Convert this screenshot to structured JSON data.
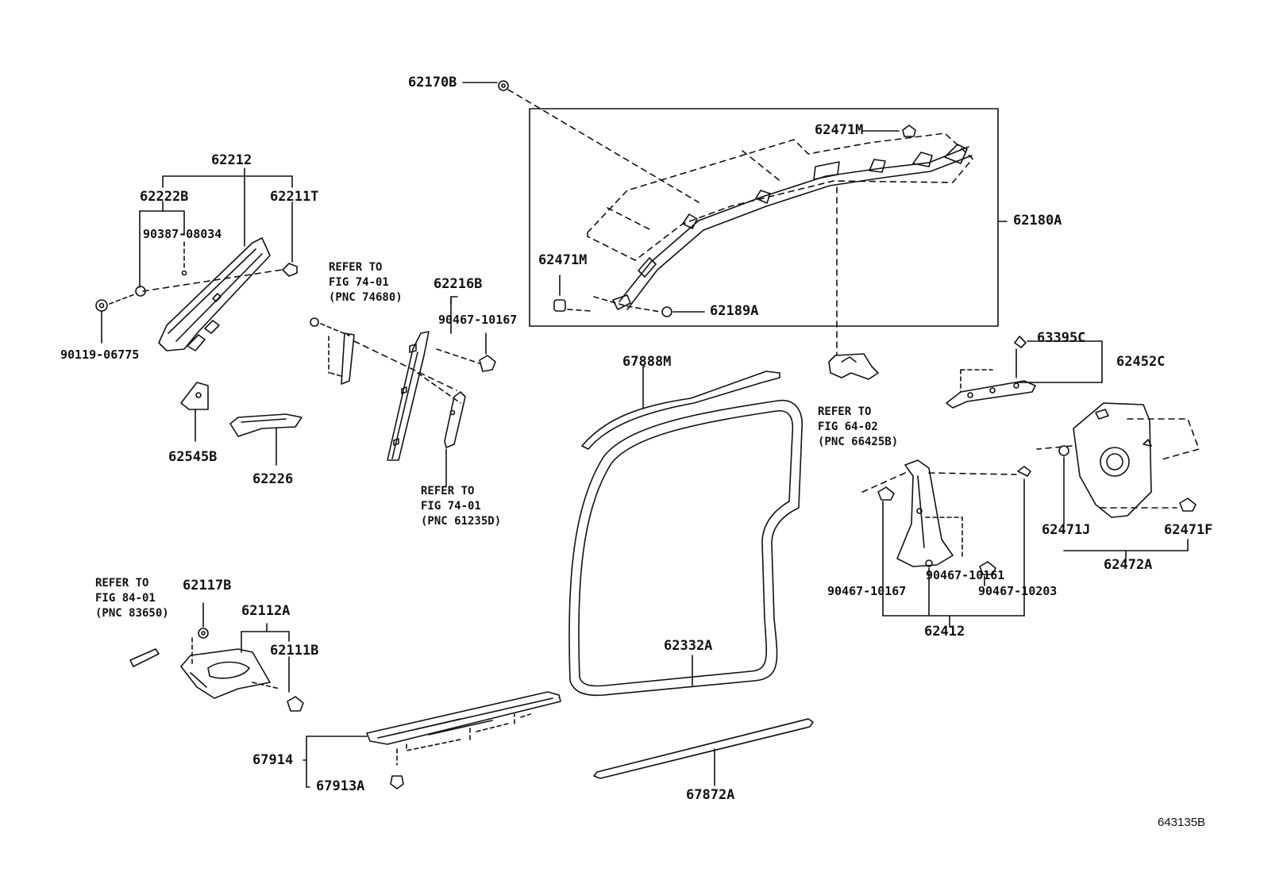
{
  "labels": {
    "p62170B": "62170B",
    "p62471M_top": "62471M",
    "p62180A": "62180A",
    "p62471M_left": "62471M",
    "p62189A": "62189A",
    "p62212": "62212",
    "p62222B": "62222B",
    "p62211T": "62211T",
    "p90387_08034": "90387-08034",
    "p90119_06775": "90119-06775",
    "p62216B": "62216B",
    "p90467_10167_a": "90467-10167",
    "p62545B": "62545B",
    "p62226": "62226",
    "p67888M": "67888M",
    "p63395C": "63395C",
    "p62452C": "62452C",
    "p62471J": "62471J",
    "p62471F": "62471F",
    "p62472A": "62472A",
    "p90467_10161": "90467-10161",
    "p90467_10167_b": "90467-10167",
    "p90467_10203": "90467-10203",
    "p62412": "62412",
    "p62332A": "62332A",
    "p62117B": "62117B",
    "p62112A": "62112A",
    "p62111B": "62111B",
    "p67914": "67914",
    "p67913A": "67913A",
    "p67872A": "67872A"
  },
  "notes": {
    "refer_74680": "REFER TO\nFIG 74-01\n(PNC 74680)",
    "refer_61235D": "REFER TO\nFIG 74-01\n(PNC 61235D)",
    "refer_66425B": "REFER TO\nFIG 64-02\n(PNC 66425B)",
    "refer_83650": "REFER TO\nFIG 84-01\n(PNC 83650)"
  },
  "figure_code": "643135B"
}
